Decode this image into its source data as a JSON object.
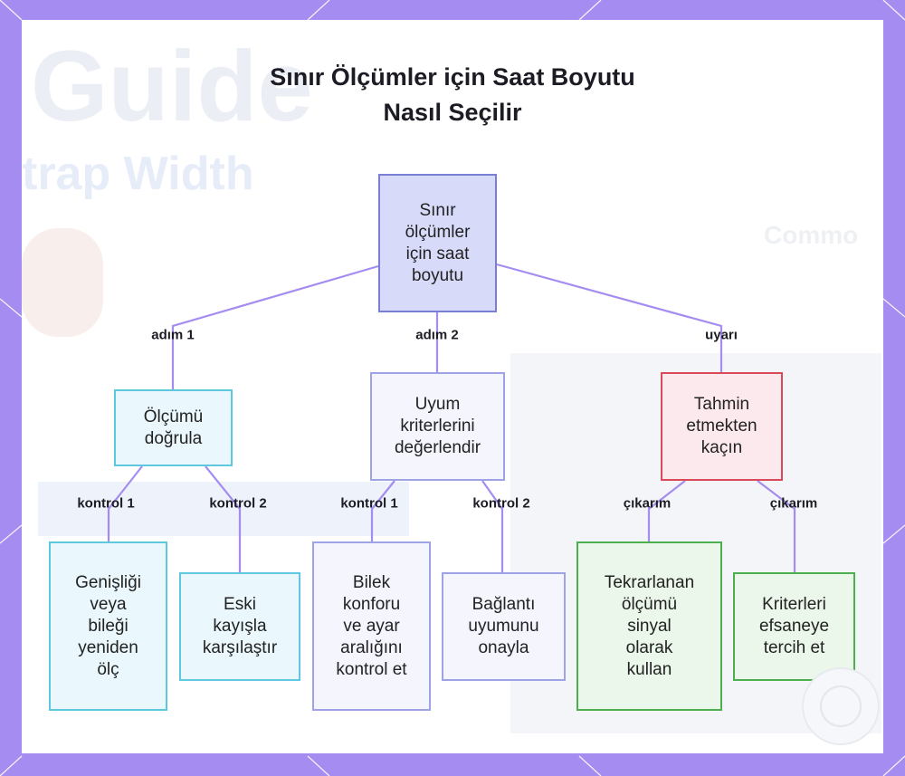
{
  "title": [
    "Sınır Ölçümler için Saat Boyutu",
    "Nasıl Seçilir"
  ],
  "nodes": {
    "root": [
      "Sınır",
      "ölçümler",
      "için saat",
      "boyutu"
    ],
    "verify": [
      "Ölçümü",
      "doğrula"
    ],
    "criteria": [
      "Uyum",
      "kriterlerini",
      "değerlendir"
    ],
    "avoid": [
      "Tahmin",
      "etmekten",
      "kaçın"
    ],
    "remeasure": [
      "Genişliği",
      "veya",
      "bileği",
      "yeniden",
      "ölç"
    ],
    "compare": [
      "Eski",
      "kayışla",
      "karşılaştır"
    ],
    "comfort": [
      "Bilek",
      "konforu",
      "ve ayar",
      "aralığını",
      "kontrol et"
    ],
    "fit": [
      "Bağlantı",
      "uyumunu",
      "onayla"
    ],
    "signal": [
      "Tekrarlanan",
      "ölçümü",
      "sinyal",
      "olarak",
      "kullan"
    ],
    "myth": [
      "Kriterleri",
      "efsaneye",
      "tercih et"
    ]
  },
  "edge_labels": {
    "step1": "adım 1",
    "step2": "adım 2",
    "warning": "uyarı",
    "check1a": "kontrol 1",
    "check2a": "kontrol 2",
    "check1b": "kontrol 1",
    "check2b": "kontrol 2",
    "takeaway1": "çıkarım",
    "takeaway2": "çıkarım"
  },
  "colors": {
    "frame": "#a58cf0",
    "edge": "#a58cf0",
    "root_fill": "#d8dafa",
    "root_border": "#7a7fd6",
    "cyan_border": "#5ec9de",
    "lavender_border": "#9ea3e6",
    "red_border": "#d94a58",
    "green_border": "#4caf50"
  }
}
